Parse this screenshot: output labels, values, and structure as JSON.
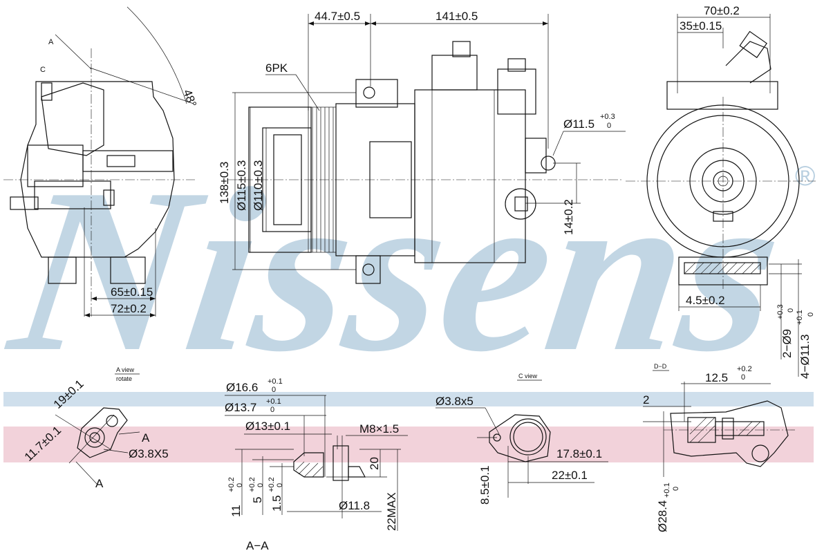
{
  "watermark": {
    "brand": "Nissens",
    "registered_mark": "®",
    "color": "#b8cfe0"
  },
  "bands": {
    "blue": "#cfdfec",
    "pink": "#f2d2da"
  },
  "main_views": {
    "side_left": {
      "angle": "48°",
      "dim_65": "65±0.15",
      "dim_72": "72±0.2",
      "label_a": "A",
      "label_c": "C"
    },
    "front": {
      "belt_label": "6PK",
      "dim_44_7": "44.7±0.5",
      "dim_141": "141±0.5",
      "dim_138": "138±0.3",
      "dim_115": "Ø115±0.3",
      "dim_110": "Ø110±0.3",
      "dim_11_5": "Ø11.5",
      "tol_11_5_up": "+0.3",
      "tol_11_5_low": "0",
      "dim_14": "14±0.2"
    },
    "side_right": {
      "dim_70": "70±0.2",
      "dim_35": "35±0.15",
      "dim_4_5": "4.5±0.2",
      "dim_2_9": "2−Ø9",
      "tol_2_9_up": "+0.3",
      "tol_2_9_low": "0",
      "dim_4_11_3": "4−Ø11.3",
      "tol_4_11_3_up": "+0.1",
      "tol_4_11_3_low": "0"
    }
  },
  "detail_views": {
    "a_view": {
      "title": "A view",
      "subtitle": "rotate",
      "dim_19": "19±0.1",
      "dim_11_7": "11.7±0.1",
      "dim_3_8": "Ø3.8X5",
      "label_a1": "A",
      "label_a2": "A"
    },
    "section_aa": {
      "title": "A−A",
      "dim_16_6": "Ø16.6",
      "tol_16_6_up": "+0.1",
      "tol_16_6_low": "0",
      "dim_13_7": "Ø13.7",
      "tol_13_7_up": "+0.1",
      "tol_13_7_low": "0",
      "dim_13": "Ø13±0.1",
      "dim_m8": "M8×1.5",
      "dim_20": "20",
      "dim_11": "11",
      "tol_11_up": "+0.2",
      "tol_11_low": "0",
      "dim_5": "5",
      "tol_5_up": "+0.2",
      "tol_5_low": "0",
      "dim_1_5": "1.5",
      "tol_1_5_up": "+0.2",
      "tol_1_5_low": "0",
      "dim_11_8": "Ø11.8",
      "dim_22max": "22MAX"
    },
    "c_view": {
      "title": "C view",
      "dim_3_8": "Ø3.8x5",
      "dim_8_5": "8.5±0.1",
      "dim_17_8": "17.8±0.1",
      "dim_22": "22±0.1"
    },
    "section_dd": {
      "title": "D−D",
      "dim_12_5": "12.5",
      "tol_12_5_up": "+0.2",
      "tol_12_5_low": "0",
      "dim_2": "2",
      "dim_28_4": "Ø28.4",
      "tol_28_4_up": "+0.1",
      "tol_28_4_low": "0"
    }
  }
}
